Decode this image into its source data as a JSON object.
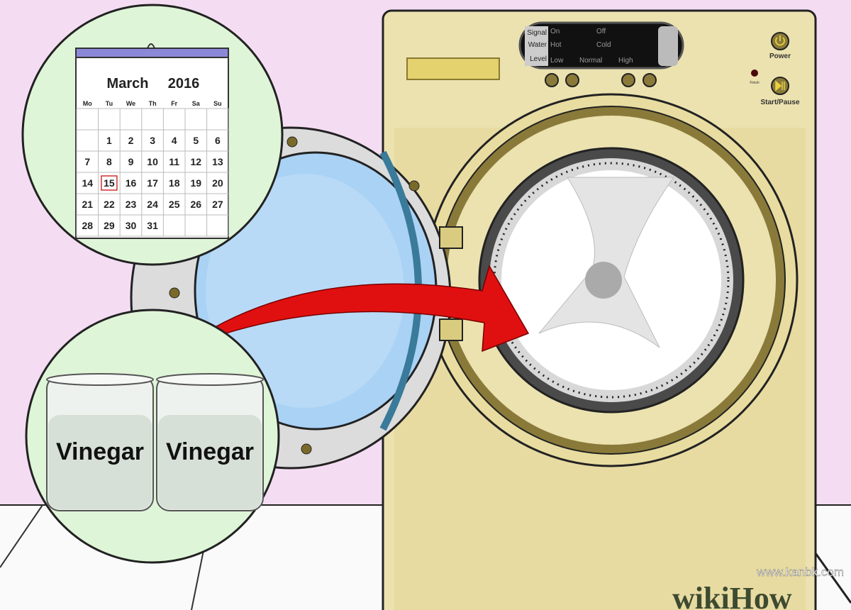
{
  "calendar": {
    "month": "March",
    "year": "2016",
    "weekdays": [
      "Mo",
      "Tu",
      "We",
      "Th",
      "Fr",
      "Sa",
      "Su"
    ],
    "weeks": [
      [
        "",
        "1",
        "2",
        "3",
        "4",
        "5",
        "6"
      ],
      [
        "7",
        "8",
        "9",
        "10",
        "11",
        "12",
        "13"
      ],
      [
        "14",
        "15",
        "16",
        "17",
        "18",
        "19",
        "20"
      ],
      [
        "21",
        "22",
        "23",
        "24",
        "25",
        "26",
        "27"
      ],
      [
        "28",
        "29",
        "30",
        "31",
        "",
        "",
        ""
      ]
    ],
    "highlighted_day": "15",
    "highlight_color": "#d03030"
  },
  "jars": [
    {
      "label": "Vinegar"
    },
    {
      "label": "Vinegar"
    }
  ],
  "panel": {
    "rows": [
      {
        "name": "Signal",
        "options": [
          "On",
          "Off"
        ]
      },
      {
        "name": "Water",
        "options": [
          "Hot",
          "Cold"
        ]
      },
      {
        "name": "Level",
        "options": [
          "Low",
          "Normal",
          "High"
        ]
      }
    ],
    "power_label": "Power",
    "finish_label": "Finish",
    "start_label": "Start/Pause"
  },
  "watermark": {
    "logo": "wikiHow",
    "site": "www.kanbk.com"
  },
  "colors": {
    "wall": "#f4ddf3",
    "washer": "#ede3b2",
    "trim": "#7a6a2a",
    "arrow": "#e11010",
    "glass": "#a9d2f5",
    "bubble": "#dff5d8"
  }
}
